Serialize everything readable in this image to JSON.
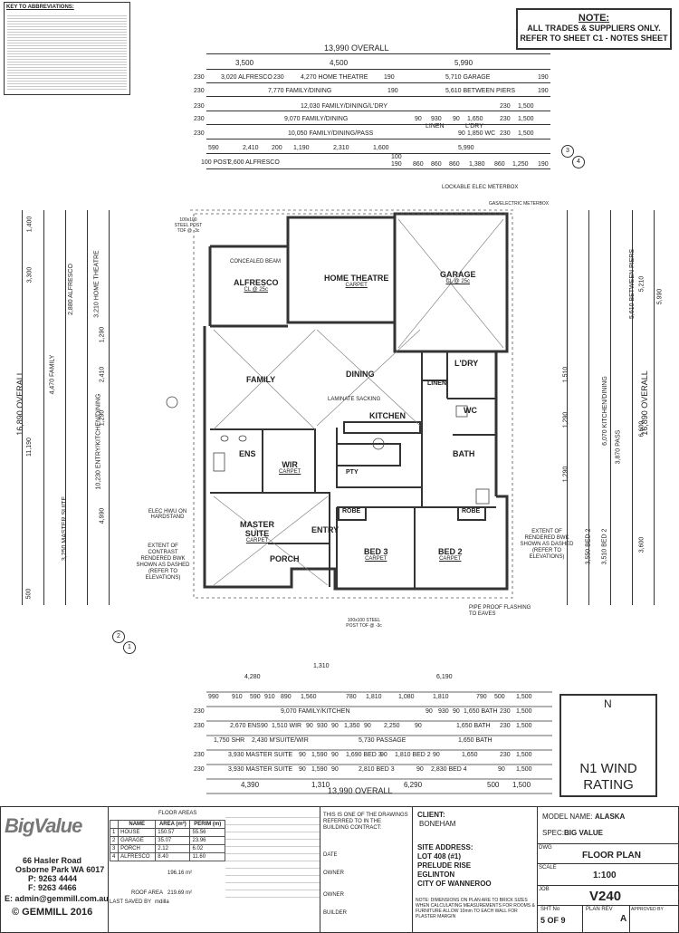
{
  "abbrev_box": {
    "title": "KEY TO ABBREVIATIONS:"
  },
  "note": {
    "title": "NOTE:",
    "line1": "ALL TRADES & SUPPLIERS ONLY.",
    "line2": "REFER TO SHEET C1 - NOTES SHEET"
  },
  "top_dims": {
    "overall": "13,990 OVERALL",
    "row1": [
      "3,500",
      "4,500",
      "5,990"
    ],
    "row2": [
      "230",
      "3,020 ALFRESCO",
      "230",
      "4,270 HOME THEATRE",
      "190",
      "5,710 GARAGE",
      "190"
    ],
    "row3": [
      "230",
      "7,770 FAMILY/DINING",
      "190",
      "5,610 BETWEEN PIERS",
      "190"
    ],
    "row4": [
      "230",
      "12,030 FAMILY/DINING/L'DRY",
      "230",
      "1,500"
    ],
    "row5": [
      "230",
      "9,070 FAMILY/DINING",
      "90",
      "930",
      "90",
      "1,650",
      "230",
      "1,500"
    ],
    "row6": [
      "230",
      "10,050 FAMILY/DINING/PASS",
      "90",
      "1,850 WC",
      "230",
      "1,500"
    ],
    "row7": [
      "590",
      "2,410",
      "200",
      "1,190",
      "2,310",
      "1,600",
      "5,990"
    ],
    "row8": [
      "100 POST",
      "2,600 ALFRESCO",
      "100",
      "190",
      "860",
      "860",
      "860",
      "1,380",
      "860",
      "1,250",
      "190"
    ],
    "linen": "LINEN",
    "ldry": "L'DRY"
  },
  "bottom_dims": {
    "post_row": [
      "4,280",
      "1,310",
      "6,190"
    ],
    "row1": [
      "990",
      "910",
      "590",
      "910",
      "890",
      "1,560",
      "780",
      "1,810",
      "1,080",
      "1,810",
      "790",
      "500",
      "1,500"
    ],
    "row2": [
      "230",
      "9,070 FAMILY/KITCHEN",
      "90",
      "930",
      "90",
      "1,650 BATH",
      "230",
      "1,500"
    ],
    "row3": [
      "230",
      "2,670 ENS",
      "90",
      "1,510 WIR",
      "90",
      "930",
      "90",
      "1,350",
      "90",
      "2,250",
      "90",
      "1,650 BATH",
      "230",
      "1,500"
    ],
    "row4": [
      "1,750 SHR",
      "2,430 M'SUITE/WIR",
      "5,730 PASSAGE",
      "1,650 BATH"
    ],
    "row5": [
      "230",
      "3,930 MASTER SUITE",
      "90",
      "1,590",
      "90",
      "1,690 BED 3",
      "90",
      "1,810 BED 2",
      "90",
      "1,650",
      "230",
      "1,500"
    ],
    "row6": [
      "230",
      "3,930 MASTER SUITE",
      "90",
      "1,590",
      "90",
      "2,810 BED 3",
      "90",
      "2,830 BED 4",
      "90",
      "1,500"
    ],
    "row7": [
      "4,390",
      "1,310",
      "6,290",
      "500",
      "1,500"
    ],
    "overall": "13,990 OVERALL"
  },
  "left_dims": {
    "overall": "16,890 OVERALL",
    "items": [
      "1,400",
      "3,300",
      "11,190",
      "4,990",
      "2,410",
      "1,290",
      "1,290",
      "500",
      "4,470 FAMILY",
      "2,880 ALFRESCO",
      "3,210 HOME THEATRE",
      "3,250 MASTER SUITE",
      "10,230 ENTRY/KITCHEN/DINING"
    ]
  },
  "right_dims": {
    "overall": "16,890 OVERALL",
    "items": [
      "5,210",
      "5,990",
      "6,600",
      "3,600",
      "5,610 BETWEEN PIERS",
      "1,510",
      "1,290",
      "1,290",
      "3,510 BED 2",
      "3,550 BED 2",
      "6,070 KITCHEN/DINING",
      "3,870 PASS"
    ]
  },
  "rooms": {
    "alfresco": {
      "name": "ALFRESCO",
      "note": "CL @ 25c"
    },
    "home_theatre": {
      "name": "HOME THEATRE",
      "note": "CARPET"
    },
    "garage": {
      "name": "GARAGE",
      "note": "CL @ 25c"
    },
    "family": {
      "name": "FAMILY"
    },
    "dining": {
      "name": "DINING"
    },
    "kitchen": {
      "name": "KITCHEN"
    },
    "ldry": {
      "name": "L'DRY"
    },
    "linen": {
      "name": "LINEN"
    },
    "wc": {
      "name": "WC"
    },
    "ens": {
      "name": "ENS"
    },
    "wir": {
      "name": "WIR",
      "note": "CARPET"
    },
    "pty": {
      "name": "PTY"
    },
    "bath": {
      "name": "BATH"
    },
    "master_suite": {
      "name": "MASTER SUITE",
      "note": "CARPET"
    },
    "entry": {
      "name": "ENTRY"
    },
    "porch": {
      "name": "PORCH"
    },
    "robe1": {
      "name": "ROBE"
    },
    "robe2": {
      "name": "ROBE"
    },
    "bed3": {
      "name": "BED 3",
      "note": "CARPET"
    },
    "bed2": {
      "name": "BED 2",
      "note": "CARPET"
    }
  },
  "annotations": {
    "concealed_beam": "CONCEALED BEAM",
    "elec_meterbox": "LOCKABLE ELEC METERBOX",
    "gas_meterbox": "GAS/ELECTRIC METERBOX",
    "elec_hwu": "ELEC HWU ON HARDSTAND",
    "extent_left": "EXTENT OF CONTRAST RENDERED BWK SHOWN AS DASHED (REFER TO ELEVATIONS)",
    "extent_right": "EXTENT OF RENDERED BWK SHOWN AS DASHED (REFER TO ELEVATIONS)",
    "pipe_proof": "PIPE PROOF FLASHING TO EAVES",
    "steel_post_top": "100x100 STEEL POST TOF @ -3c",
    "steel_post_bottom": "100x100 STEEL POST TOF @ -3c",
    "laminate_sacking": "LAMINATE SACKING",
    "marker_34": [
      "3",
      "4"
    ],
    "marker_21": [
      "2",
      "1"
    ]
  },
  "north": {
    "label": "N",
    "wind_line1": "N1 WIND",
    "wind_line2": "RATING"
  },
  "title_block": {
    "logo": "BigValue",
    "address1": "66 Hasler Road",
    "address2": "Osborne Park WA 6017",
    "phone": "P:  9263 4444",
    "fax": "F:  9263 4466",
    "email": "E: admin@gemmill.com.au",
    "copyright": "© GEMMILL 2016",
    "floor_areas_title": "FLOOR AREAS",
    "fa_headers": [
      "",
      "NAME",
      "AREA (m²)",
      "PERIM (m)"
    ],
    "fa_rows": [
      [
        "1",
        "HOUSE",
        "150.57",
        "55.56"
      ],
      [
        "2",
        "GARAGE",
        "35.07",
        "23.96"
      ],
      [
        "3",
        "PORCH",
        "2.12",
        "6.02"
      ],
      [
        "4",
        "ALFRESCO",
        "8.40",
        "11.60"
      ]
    ],
    "fa_total": "196.16 m²",
    "roof_area": "ROOF AREA",
    "roof_value": "219.69 m²",
    "last_saved": "LAST SAVED BY",
    "last_saved_by": "mdilla",
    "doc_text1": "THIS IS ONE OF THE DRAWINGS REFERRED TO IN THE BUILDING CONTRACT:",
    "date_label": "DATE",
    "owner_label1": "OWNER",
    "owner_label2": "OWNER",
    "builder_label": "BUILDER",
    "client_label": "CLIENT:",
    "client": "BONEHAM",
    "site_label": "SITE ADDRESS:",
    "site1": "LOT 408 (#1)",
    "site2": "PRELUDE RISE",
    "site3": "EGLINTON",
    "site4": "CITY OF WANNEROO",
    "dim_note": "NOTE: DIMENSIONS ON PLAN ARE TO BRICK SIZES WHEN CALCULATING MEASUREMENTS FOR ROOMS & FURNITURE ALLOW 10mm TO EACH WALL FOR PLASTER MARGIN",
    "model_label": "MODEL NAME:",
    "model": "ALASKA",
    "spec_label": "SPEC:",
    "spec": "BIG VALUE",
    "dwg_label": "DWG",
    "dwg": "FLOOR PLAN",
    "scale_label": "SCALE",
    "scale": "1:100",
    "job_label": "JOB",
    "job": "V240",
    "sht_label": "SHT No",
    "sht": "5 OF 9",
    "plan_label": "PLAN REV",
    "plan_rev": "A",
    "approved_label": "APPROVED BY"
  }
}
